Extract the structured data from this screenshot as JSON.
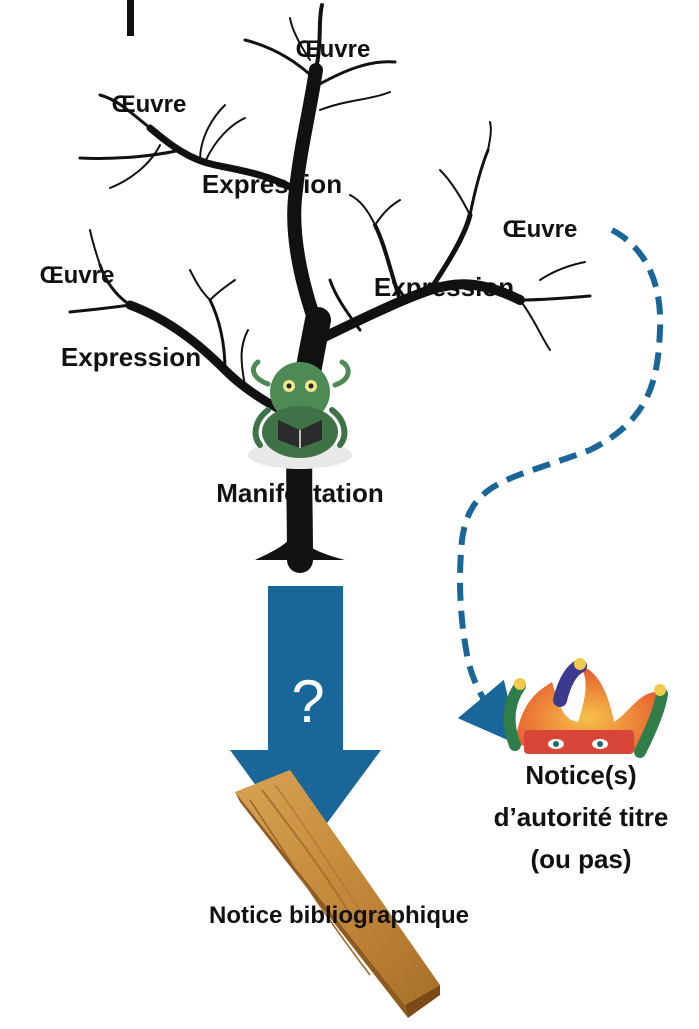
{
  "tree": {
    "labels": {
      "oeuvre_top": "Œuvre",
      "oeuvre_left_upper": "Œuvre",
      "oeuvre_left_lower": "Œuvre",
      "oeuvre_right": "Œuvre",
      "expression_center": "Expression",
      "expression_right": "Expression",
      "expression_left": "Expression",
      "manifestation": "Manifestation"
    }
  },
  "arrow": {
    "symbol": "?",
    "color": "#1a6699"
  },
  "dashed_link": {
    "color": "#1a6699"
  },
  "authority": {
    "line1": "Notice(s)",
    "line2": "d’autorité titre",
    "line3": "(ou pas)"
  },
  "record": {
    "label": "Notice bibliographique"
  }
}
